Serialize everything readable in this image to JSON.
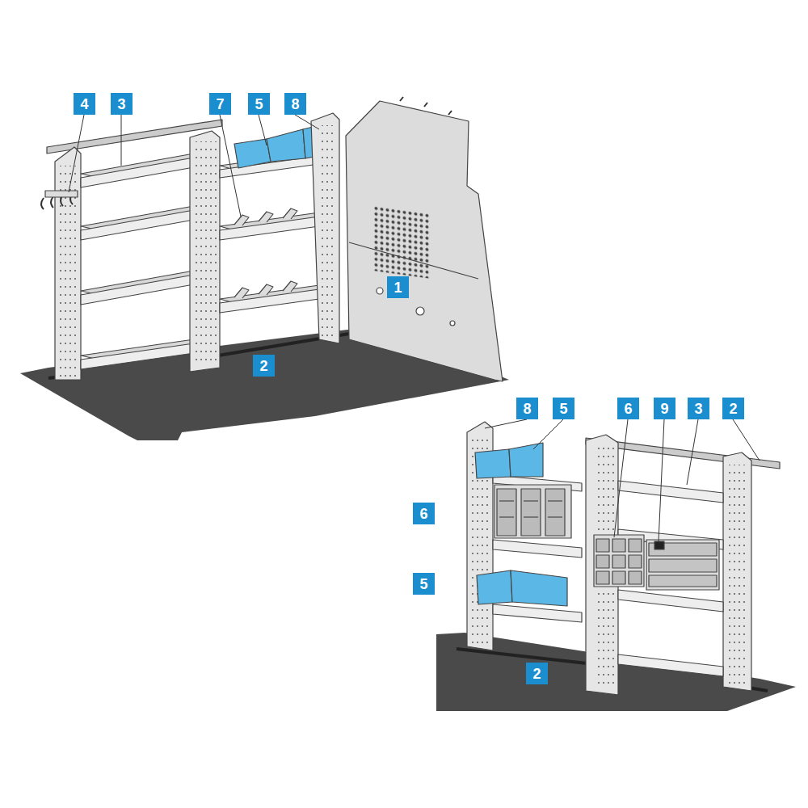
{
  "diagram": {
    "nodes": [
      {
        "text": [
          "4"
        ]
      },
      {
        "text": [
          "3"
        ]
      },
      {
        "text": [
          "7"
        ]
      },
      {
        "text": [
          "5"
        ]
      },
      {
        "text": [
          "8"
        ]
      },
      {
        "text": [
          "1"
        ]
      },
      {
        "text": [
          "2"
        ]
      },
      {
        "text": [
          "8"
        ]
      },
      {
        "text": [
          "5"
        ]
      },
      {
        "text": [
          "6"
        ]
      },
      {
        "text": [
          "9"
        ]
      },
      {
        "text": [
          "3"
        ]
      },
      {
        "text": [
          "2"
        ]
      },
      {
        "text": [
          "6"
        ]
      },
      {
        "text": [
          "5"
        ]
      },
      {
        "text": [
          "2"
        ]
      }
    ]
  }
}
